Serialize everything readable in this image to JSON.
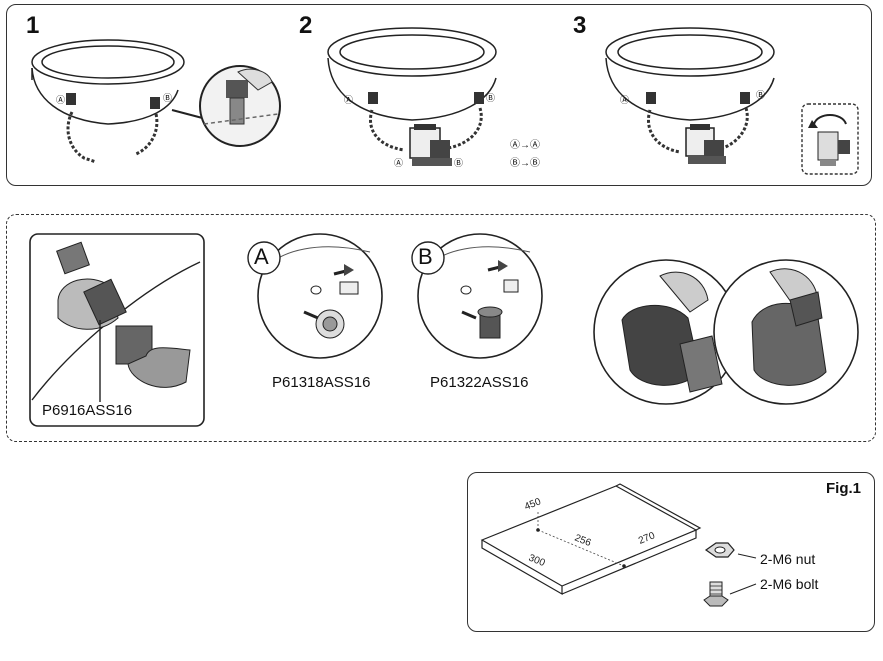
{
  "steps": [
    "1",
    "2",
    "3"
  ],
  "connector_labels": {
    "a": "A",
    "b": "B"
  },
  "step2_legend": [
    {
      "from": "A",
      "arrow": "→",
      "to": "A"
    },
    {
      "from": "B",
      "arrow": "→",
      "to": "B"
    }
  ],
  "detail_labels": {
    "a": "A",
    "b": "B"
  },
  "part_numbers": {
    "hose": "P6916ASS16",
    "strainer_a": "P61318ASS16",
    "strainer_b": "P61322ASS16"
  },
  "fig1": {
    "title": "Fig.1",
    "dimensions": {
      "d450": "450",
      "d256": "256",
      "d270": "270",
      "d300": "300"
    },
    "hardware": {
      "nut": "2-M6 nut",
      "bolt": "2-M6 bolt"
    }
  },
  "icons": [
    "pool-icon",
    "hose-icon",
    "pump-icon",
    "hand-icon",
    "strainer-icon",
    "valve-icon",
    "nut-icon",
    "bolt-icon",
    "rotate-arrow-icon"
  ]
}
